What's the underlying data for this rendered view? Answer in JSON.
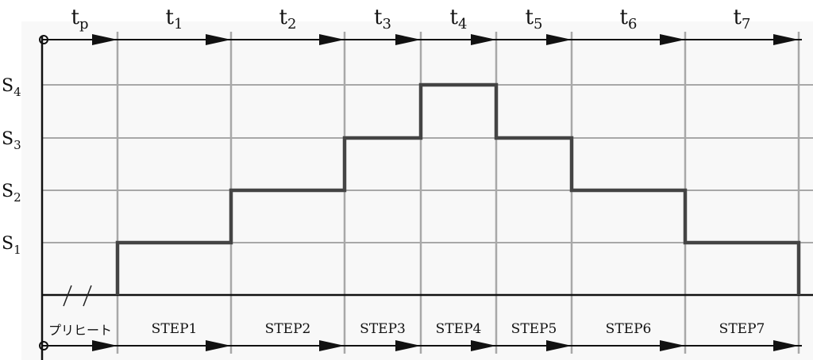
{
  "chart_data": {
    "type": "step-diagram",
    "segments": [
      {
        "time_label": "t",
        "time_sub": "p",
        "step_label": "プリヒート",
        "level": 0
      },
      {
        "time_label": "t",
        "time_sub": "1",
        "step_label": "STEP1",
        "level": 1
      },
      {
        "time_label": "t",
        "time_sub": "2",
        "step_label": "STEP2",
        "level": 2
      },
      {
        "time_label": "t",
        "time_sub": "3",
        "step_label": "STEP3",
        "level": 3
      },
      {
        "time_label": "t",
        "time_sub": "4",
        "step_label": "STEP4",
        "level": 4
      },
      {
        "time_label": "t",
        "time_sub": "5",
        "step_label": "STEP5",
        "level": 3
      },
      {
        "time_label": "t",
        "time_sub": "6",
        "step_label": "STEP6",
        "level": 2
      },
      {
        "time_label": "t",
        "time_sub": "7",
        "step_label": "STEP7",
        "level": 1
      }
    ],
    "levels": [
      {
        "main": "S",
        "sub": "1"
      },
      {
        "main": "S",
        "sub": "2"
      },
      {
        "main": "S",
        "sub": "3"
      },
      {
        "main": "S",
        "sub": "4"
      }
    ],
    "break_mark": "/ /",
    "colors": {
      "grid": "#a8a8a8",
      "step_line": "#444444",
      "axis": "#111111",
      "background": "#f8f8f8"
    }
  }
}
